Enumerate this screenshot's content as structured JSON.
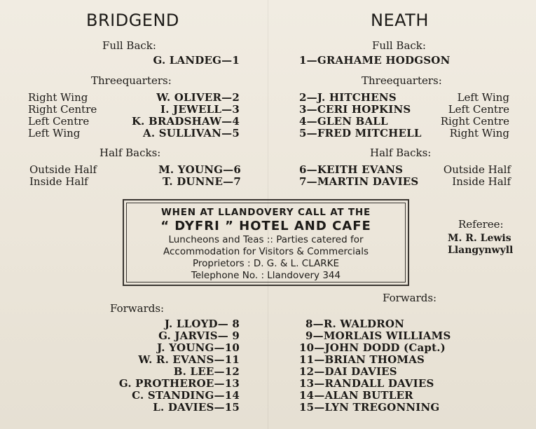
{
  "bridgend": {
    "team": "BRIDGEND",
    "full_back_heading": "Full Back:",
    "full_back": "G. LANDEG—1",
    "threequarters_heading": "Threequarters:",
    "threequarters": [
      {
        "position": "Right Wing",
        "player": "W. OLIVER—2"
      },
      {
        "position": "Right Centre",
        "player": "I. JEWELL—3"
      },
      {
        "position": "Left Centre",
        "player": "K. BRADSHAW—4"
      },
      {
        "position": "Left Wing",
        "player": "A. SULLIVAN—5"
      }
    ],
    "half_backs_heading": "Half Backs:",
    "half_backs": [
      {
        "position": "Outside Half",
        "player": "M. YOUNG—6"
      },
      {
        "position": "Inside Half",
        "player": "T. DUNNE—7"
      }
    ],
    "forwards_heading": "Forwards:",
    "forwards": [
      "J. LLOYD— 8",
      "G. JARVIS— 9",
      "J. YOUNG—10",
      "W. R. EVANS—11",
      "B. LEE—12",
      "G. PROTHEROE—13",
      "C. STANDING—14",
      "L. DAVIES—15"
    ]
  },
  "neath": {
    "team": "NEATH",
    "full_back_heading": "Full Back:",
    "full_back": "1—GRAHAME HODGSON",
    "threequarters_heading": "Threequarters:",
    "threequarters": [
      {
        "player": "2—J. HITCHENS",
        "position": "Left Wing"
      },
      {
        "player": "3—CERI HOPKINS",
        "position": "Left Centre"
      },
      {
        "player": "4—GLEN BALL",
        "position": "Right Centre"
      },
      {
        "player": "5—FRED MITCHELL",
        "position": "Right Wing"
      }
    ],
    "half_backs_heading": "Half Backs:",
    "half_backs": [
      {
        "player": "6—KEITH EVANS",
        "position": "Outside Half"
      },
      {
        "player": "7—MARTIN DAVIES",
        "position": "Inside Half"
      }
    ],
    "forwards_heading": "Forwards:",
    "forwards": [
      "8—R. WALDRON",
      "9—MORLAIS WILLIAMS",
      "10—JOHN DODD (Capt.)",
      "11—BRIAN THOMAS",
      "12—DAI DAVIES",
      "13—RANDALL DAVIES",
      "14—ALAN BUTLER",
      "15—LYN TREGONNING"
    ]
  },
  "advert": {
    "line1": "WHEN AT LLANDOVERY CALL AT THE",
    "line2": "“ DYFRI ”  HOTEL  AND  CAFE",
    "line3": "Luncheons and Teas  ::  Parties catered for",
    "line4": "Accommodation for Visitors & Commercials",
    "line5": "Proprietors :  D. G. & L. CLARKE",
    "line6": "Telephone No. :  Llandovery 344"
  },
  "referee": {
    "heading": "Referee:",
    "name": "M. R. Lewis",
    "place": "Llangynwyll"
  }
}
